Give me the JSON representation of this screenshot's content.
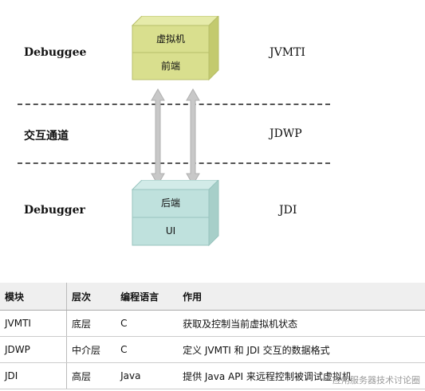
{
  "diagram": {
    "rows": {
      "debuggee": "Debuggee",
      "transport": "交互通道",
      "debugger": "Debugger"
    },
    "side_labels": {
      "jvmti": "JVMTI",
      "jdwp": "JDWP",
      "jdi": "JDI"
    },
    "top_box": {
      "cell1": "虚拟机",
      "cell2": "前端",
      "color_front": "#d9df8e",
      "color_top": "#e6ebaa",
      "color_side": "#c3ca6e"
    },
    "bottom_box": {
      "cell1": "后端",
      "cell2": "UI",
      "color_front": "#bfe1dd",
      "color_top": "#d2ebe8",
      "color_side": "#a7cfc9"
    }
  },
  "table": {
    "headers": [
      "模块",
      "层次",
      "编程语言",
      "作用"
    ],
    "rows": [
      [
        "JVMTI",
        "底层",
        "C",
        "获取及控制当前虚拟机状态"
      ],
      [
        "JDWP",
        "中介层",
        "C",
        "定义 JVMTI 和 JDI 交互的数据格式"
      ],
      [
        "JDI",
        "高层",
        "Java",
        "提供 Java API 来远程控制被调试虚拟机"
      ]
    ]
  },
  "watermark": "应用服务器技术讨论圈"
}
